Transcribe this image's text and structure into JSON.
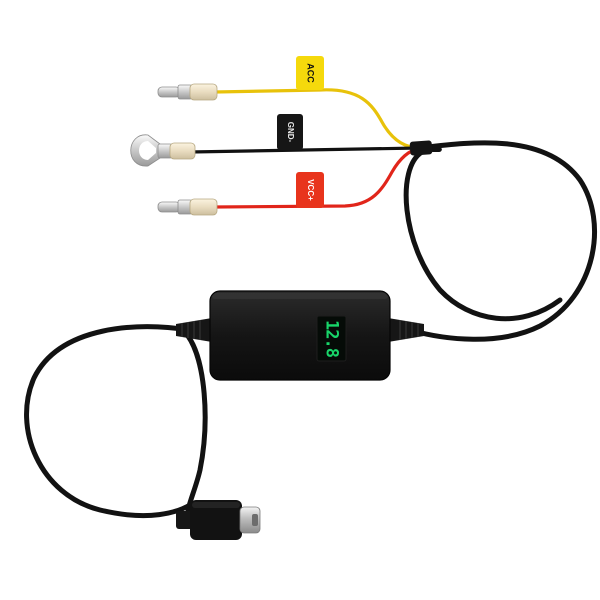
{
  "product": {
    "tags": {
      "acc": {
        "label": "ACC",
        "color": "#f5d90c",
        "wire_color": "#e8c20a"
      },
      "gnd": {
        "label": "GND-",
        "color": "#161616",
        "wire_color": "#111111"
      },
      "vcc": {
        "label": "VCC+",
        "color": "#e8341c",
        "wire_color": "#e1251a"
      }
    },
    "display": {
      "reading": "12.8",
      "digit_color": "#18d66a"
    },
    "cable_color": "#121212",
    "connector": "usb-c-plug-icon"
  }
}
